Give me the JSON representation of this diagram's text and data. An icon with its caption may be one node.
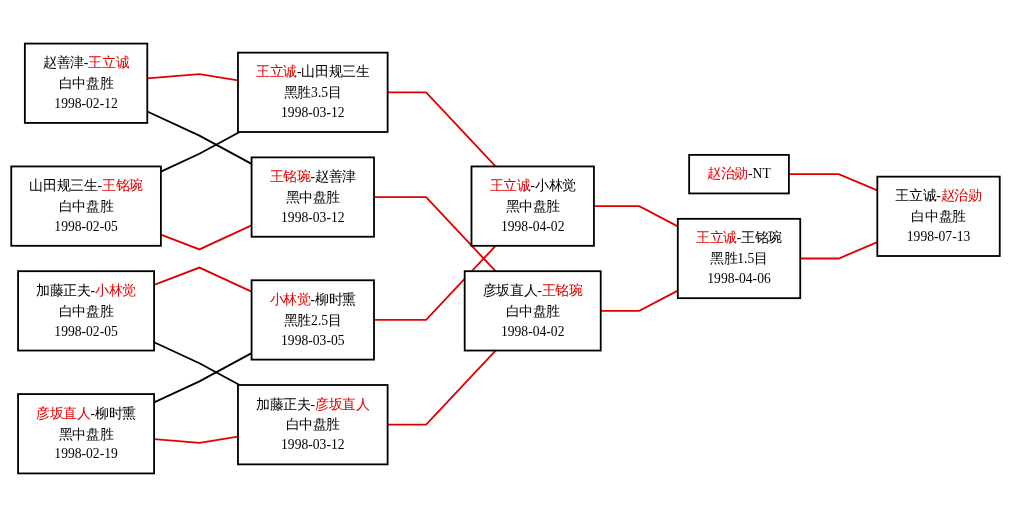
{
  "diagram": {
    "nodes": [
      {
        "text": [
          "赵善津-王立诚",
          "白中盘胜",
          "1998-02-12"
        ]
      },
      {
        "text": [
          "山田规三生-王铭琬",
          "白中盘胜",
          "1998-02-05"
        ]
      },
      {
        "text": [
          "加藤正夫-小林觉",
          "白中盘胜",
          "1998-02-05"
        ]
      },
      {
        "text": [
          "彦坂直人-柳时熏",
          "黑中盘胜",
          "1998-02-19"
        ]
      },
      {
        "text": [
          "王立诚-山田规三生",
          "黑胜3.5目",
          "1998-03-12"
        ]
      },
      {
        "text": [
          "小林觉-柳时熏",
          "黑胜2.5目",
          "1998-03-05"
        ]
      },
      {
        "text": [
          "王铭琬-赵善津",
          "黑中盘胜",
          "1998-03-12"
        ]
      },
      {
        "text": [
          "加藤正夫-彦坂直人",
          "白中盘胜",
          "1998-03-12"
        ]
      },
      {
        "text": [
          "王立诚-小林觉",
          "黑中盘胜",
          "1998-04-02"
        ]
      },
      {
        "text": [
          "彦坂直人-王铭琬",
          "白中盘胜",
          "1998-04-02"
        ]
      },
      {
        "text": [
          "赵治勋-NT"
        ]
      },
      {
        "text": [
          "王立诚-王铭琬",
          "黑胜1.5目",
          "1998-04-06"
        ]
      },
      {
        "text": [
          "王立诚-赵治勋",
          "白中盘胜",
          "1998-07-13"
        ]
      }
    ],
    "edges": [
      {
        "from": 0,
        "to": 4,
        "arrow": "none"
      },
      {
        "from": 0,
        "to": 6,
        "arrow": "none",
        "color": "#000000"
      },
      {
        "from": 1,
        "to": 4,
        "arrow": "none",
        "color": "#000000"
      },
      {
        "from": 1,
        "to": 6,
        "arrow": "none"
      },
      {
        "from": 2,
        "to": 5,
        "arrow": "none"
      },
      {
        "from": 2,
        "to": 7,
        "arrow": "none",
        "color": "#000000"
      },
      {
        "from": 3,
        "to": 5,
        "arrow": "none",
        "color": "#000000"
      },
      {
        "from": 3,
        "to": 7,
        "arrow": "none"
      },
      {
        "from": 4,
        "to": 8,
        "arrow": "none"
      },
      {
        "from": 5,
        "to": 8,
        "arrow": "none"
      },
      {
        "from": 6,
        "to": 9,
        "arrow": "none"
      },
      {
        "from": 7,
        "to": 9,
        "arrow": "none"
      },
      {
        "from": 8,
        "to": 11,
        "arrow": "none"
      },
      {
        "from": 9,
        "to": 11,
        "arrow": "none"
      },
      {
        "from": 10,
        "to": 12,
        "arrow": "none"
      },
      {
        "from": 11,
        "to": 12,
        "arrow": "none"
      }
    ]
  }
}
